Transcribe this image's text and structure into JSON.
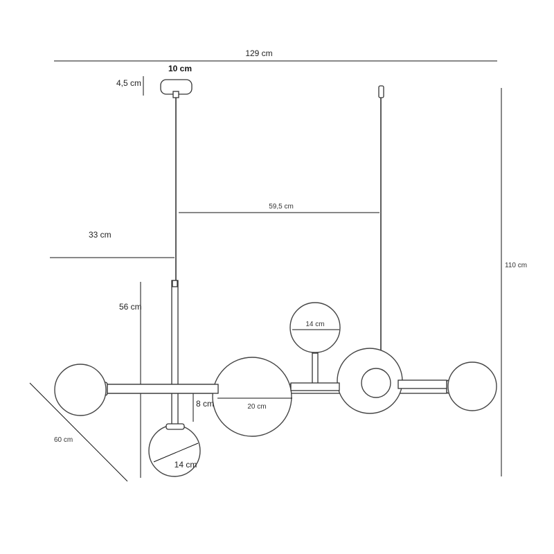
{
  "labels": {
    "width_total": "129 cm",
    "canopy_width": "10 cm",
    "canopy_height": "4,5 cm",
    "rod_top": "33 cm",
    "cable_spacing": "59,5 cm",
    "height_total": "110 cm",
    "rod_lower": "56 cm",
    "globe_top": "14 cm",
    "globe_large": "20 cm",
    "arm_drop": "8 cm",
    "globe_bottom": "14 cm",
    "depth": "60 cm"
  }
}
